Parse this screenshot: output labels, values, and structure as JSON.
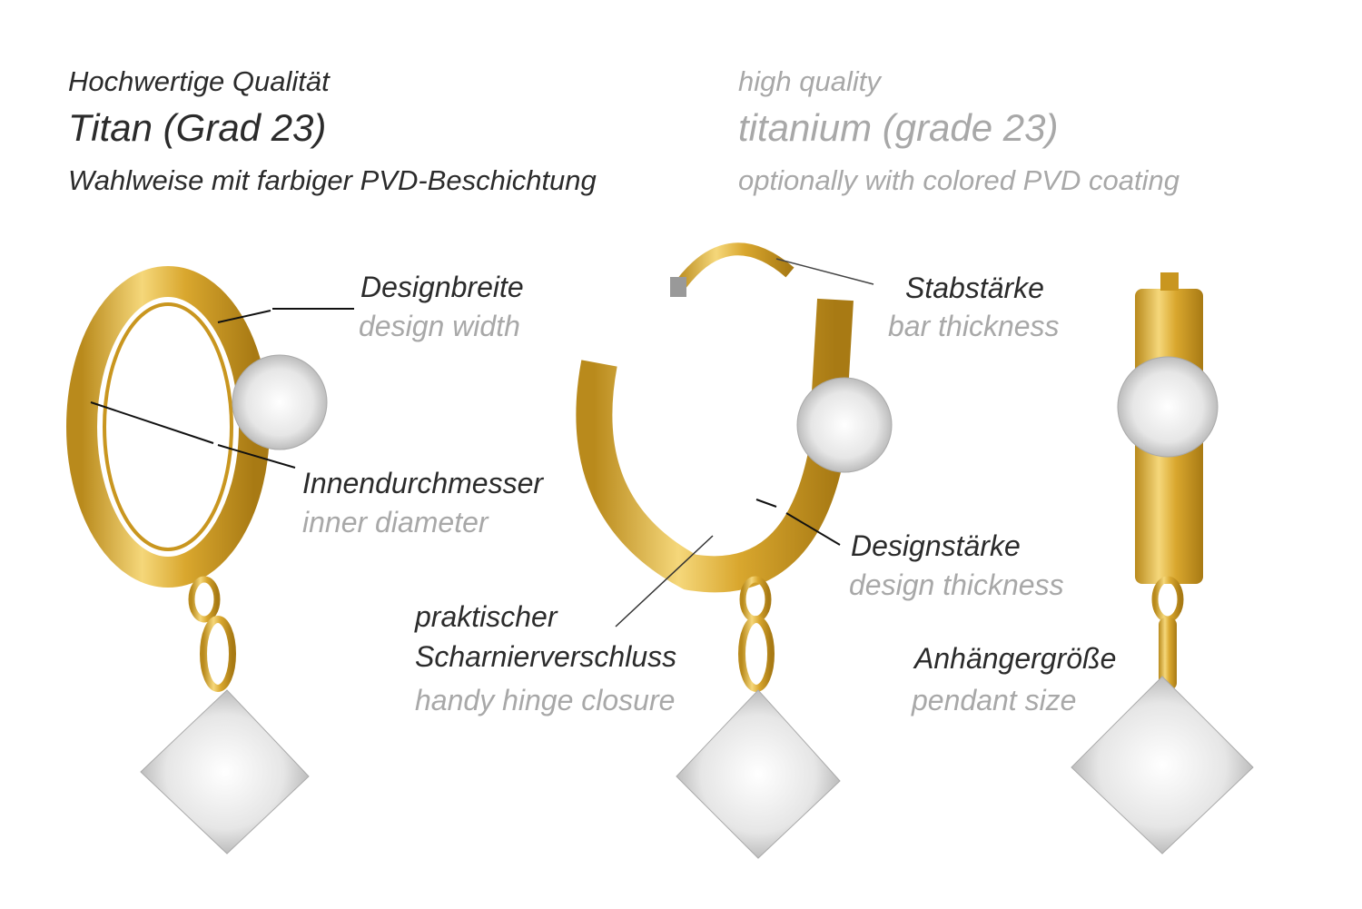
{
  "header": {
    "de": {
      "line1": "Hochwertige Qualität",
      "line2": "Titan (Grad 23)",
      "line3": "Wahlweise mit farbiger PVD-Beschichtung"
    },
    "en": {
      "line1": "high quality",
      "line2": "titanium (grade 23)",
      "line3": "optionally with colored PVD coating"
    }
  },
  "labels": {
    "design_width": {
      "de": "Designbreite",
      "en": "design width"
    },
    "inner_diameter": {
      "de": "Innendurchmesser",
      "en": "inner diameter"
    },
    "bar_thickness": {
      "de": "Stabstärke",
      "en": "bar thickness"
    },
    "design_thickness": {
      "de": "Designstärke",
      "en": "design thickness"
    },
    "hinge": {
      "de1": "praktischer",
      "de2": "Scharnierverschluss",
      "en": "handy hinge closure"
    },
    "pendant_size": {
      "de": "Anhängergröße",
      "en": "pendant size"
    }
  },
  "colors": {
    "gold": "#e0b23a",
    "gold_dark": "#b98a1c",
    "text_de": "#2b2b2b",
    "text_en": "#a8a8a8"
  }
}
